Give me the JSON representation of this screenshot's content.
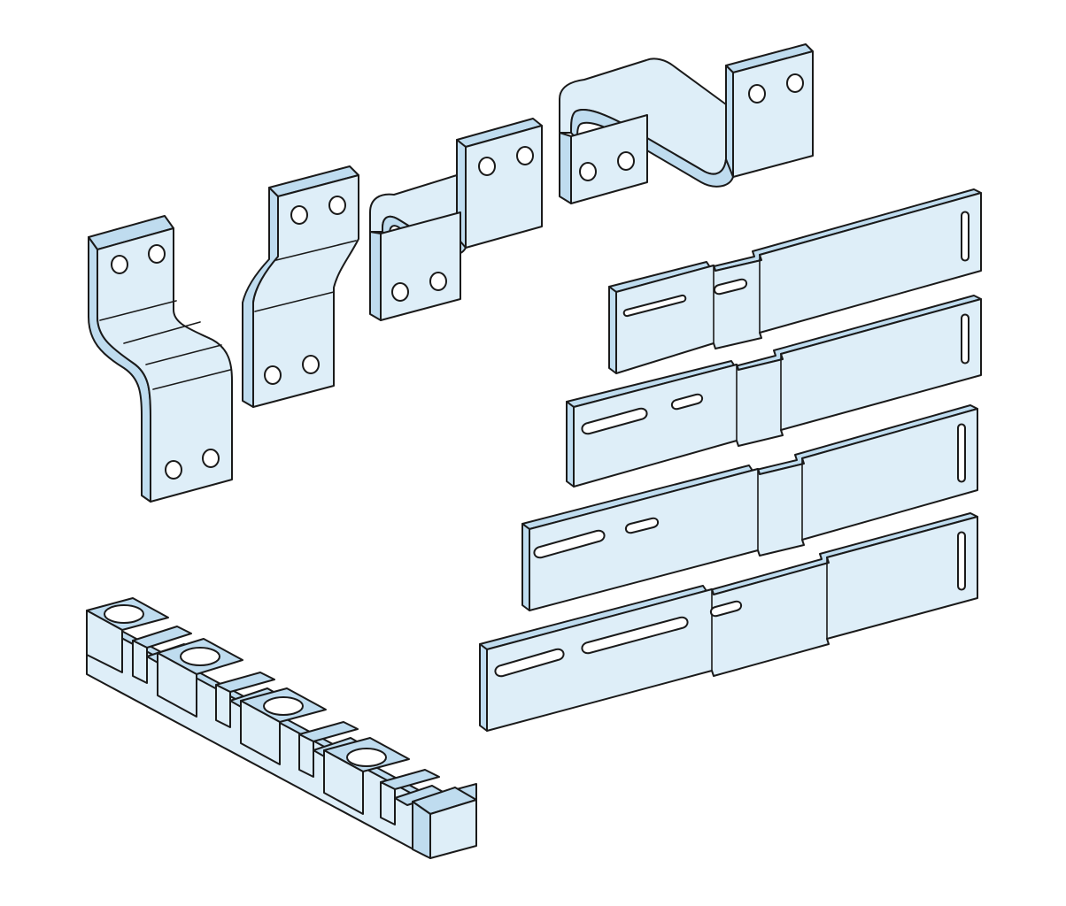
{
  "colors": {
    "part_face": "#deeef8",
    "part_side": "#bfdcef",
    "outline": "#1a1a1a",
    "background": "#ffffff"
  },
  "parts": [
    {
      "name": "offset-connector-bar-short",
      "kind": "bent-bar",
      "holes": 4
    },
    {
      "name": "joggle-connector-plate",
      "kind": "bent-bar",
      "holes": 4
    },
    {
      "name": "z-connector-small",
      "kind": "z-bar",
      "holes": 4
    },
    {
      "name": "z-connector-large",
      "kind": "z-bar",
      "holes": 4
    },
    {
      "name": "extension-busbar",
      "kind": "slotted-bar",
      "count": 4
    },
    {
      "name": "insulating-support-block",
      "kind": "support",
      "holes": 4
    }
  ]
}
